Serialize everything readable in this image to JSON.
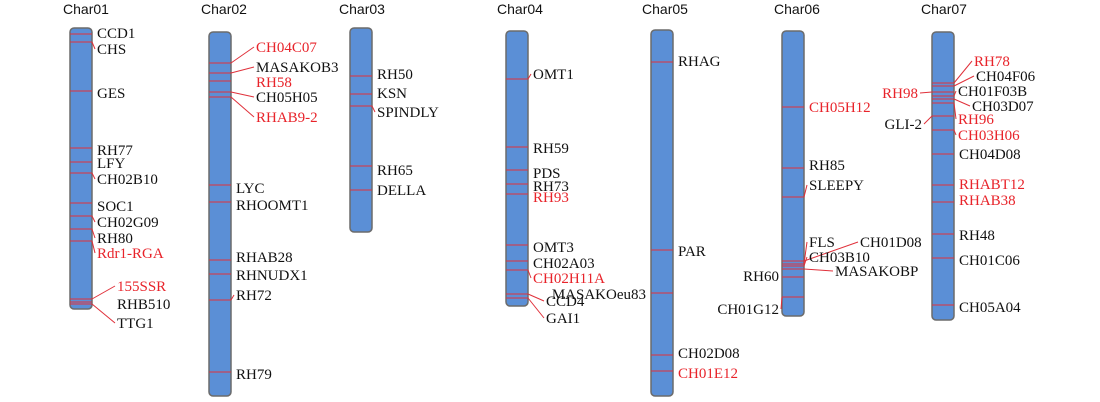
{
  "colors": {
    "chromosome": "#5b8fd6",
    "chromosome_outline": "#6b6b6b",
    "tick": "#e0303a",
    "highlight": "#e8232a",
    "text": "#111111"
  },
  "chromosomes": [
    {
      "name": "Char01",
      "markers": [
        {
          "label": "CCD1",
          "highlight": false
        },
        {
          "label": "CHS",
          "highlight": false
        },
        {
          "label": "GES",
          "highlight": false
        },
        {
          "label": "RH77",
          "highlight": false
        },
        {
          "label": "LFY",
          "highlight": false
        },
        {
          "label": "CH02B10",
          "highlight": false
        },
        {
          "label": "SOC1",
          "highlight": false
        },
        {
          "label": "CH02G09",
          "highlight": false
        },
        {
          "label": "RH80",
          "highlight": false
        },
        {
          "label": "Rdr1-RGA",
          "highlight": true
        },
        {
          "label": "155SSR",
          "highlight": true
        },
        {
          "label": "RHB510",
          "highlight": false
        },
        {
          "label": "TTG1",
          "highlight": false
        }
      ]
    },
    {
      "name": "Char02",
      "markers": [
        {
          "label": "CH04C07",
          "highlight": true
        },
        {
          "label": "MASAKOB3",
          "highlight": false
        },
        {
          "label": "RH58",
          "highlight": true
        },
        {
          "label": "CH05H05",
          "highlight": false
        },
        {
          "label": "RHAB9-2",
          "highlight": true
        },
        {
          "label": "LYC",
          "highlight": false
        },
        {
          "label": "RHOOMT1",
          "highlight": false
        },
        {
          "label": "RHAB28",
          "highlight": false
        },
        {
          "label": "RHNUDX1",
          "highlight": false
        },
        {
          "label": "RH72",
          "highlight": false
        },
        {
          "label": "RH79",
          "highlight": false
        }
      ]
    },
    {
      "name": "Char03",
      "markers": [
        {
          "label": "RH50",
          "highlight": false
        },
        {
          "label": "KSN",
          "highlight": false
        },
        {
          "label": "SPINDLY",
          "highlight": false
        },
        {
          "label": "RH65",
          "highlight": false
        },
        {
          "label": "DELLA",
          "highlight": false
        }
      ]
    },
    {
      "name": "Char04",
      "markers": [
        {
          "label": "OMT1",
          "highlight": false
        },
        {
          "label": "RH59",
          "highlight": false
        },
        {
          "label": "PDS",
          "highlight": false
        },
        {
          "label": "RH73",
          "highlight": false
        },
        {
          "label": "RH93",
          "highlight": true
        },
        {
          "label": "OMT3",
          "highlight": false
        },
        {
          "label": "CH02A03",
          "highlight": false
        },
        {
          "label": "CH02H11A",
          "highlight": true
        },
        {
          "label": "CCD4",
          "highlight": false
        },
        {
          "label": "GAI1",
          "highlight": false
        }
      ]
    },
    {
      "name": "Char05",
      "markers": [
        {
          "label": "RHAG",
          "highlight": false
        },
        {
          "label": "PAR",
          "highlight": false
        },
        {
          "label": "MASAKOeu83",
          "highlight": false
        },
        {
          "label": "CH02D08",
          "highlight": false
        },
        {
          "label": "CH01E12",
          "highlight": true
        }
      ]
    },
    {
      "name": "Char06",
      "markers": [
        {
          "label": "CH05H12",
          "highlight": true
        },
        {
          "label": "RH85",
          "highlight": false
        },
        {
          "label": "SLEEPY",
          "highlight": false
        },
        {
          "label": "CH01D08",
          "highlight": false
        },
        {
          "label": "FLS",
          "highlight": false
        },
        {
          "label": "CH03B10",
          "highlight": false
        },
        {
          "label": "MASAKOBP",
          "highlight": false
        },
        {
          "label": "RH60",
          "highlight": false
        },
        {
          "label": "CH01G12",
          "highlight": false
        }
      ]
    },
    {
      "name": "Char07",
      "markers": [
        {
          "label": "RH78",
          "highlight": true
        },
        {
          "label": "CH04F06",
          "highlight": false
        },
        {
          "label": "RH98",
          "highlight": true
        },
        {
          "label": "CH01F03B",
          "highlight": false
        },
        {
          "label": "CH03D07",
          "highlight": false
        },
        {
          "label": "RH96",
          "highlight": true
        },
        {
          "label": "GLI-2",
          "highlight": false
        },
        {
          "label": "CH03H06",
          "highlight": true
        },
        {
          "label": "CH04D08",
          "highlight": false
        },
        {
          "label": "RHABT12",
          "highlight": true
        },
        {
          "label": "RHAB38",
          "highlight": true
        },
        {
          "label": "RH48",
          "highlight": false
        },
        {
          "label": "CH01C06",
          "highlight": false
        },
        {
          "label": "CH05A04",
          "highlight": false
        }
      ]
    }
  ]
}
